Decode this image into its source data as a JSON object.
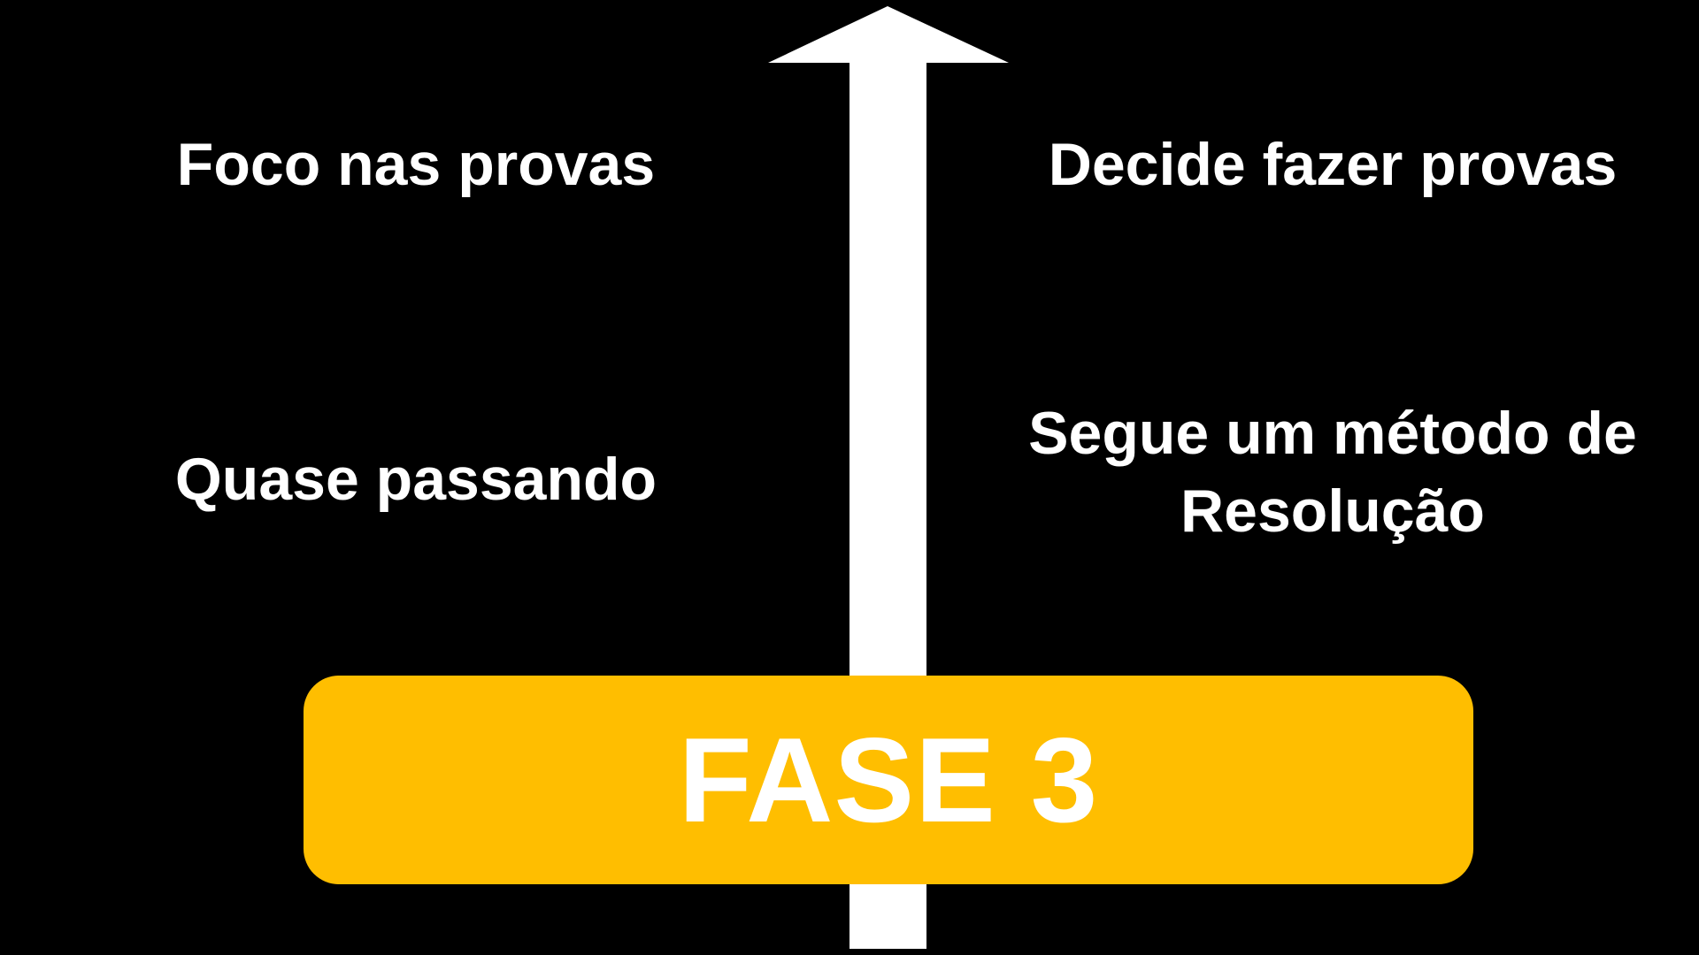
{
  "labels": {
    "top_left": "Foco nas provas",
    "top_right": "Decide fazer provas",
    "middle_left": "Quase passando",
    "middle_right_line1": "Segue um método de",
    "middle_right_line2": "Resolução"
  },
  "phase": {
    "label": "FASE 3",
    "color": "#FFBE00"
  },
  "arrow": {
    "icon": "arrow-up-icon",
    "color": "#FFFFFF"
  }
}
